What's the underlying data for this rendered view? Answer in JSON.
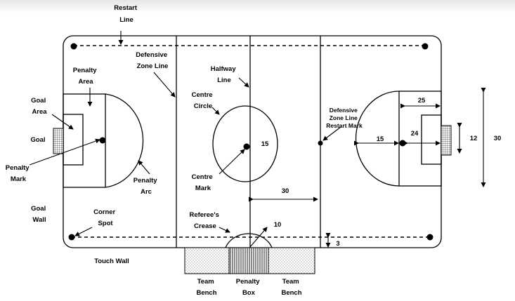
{
  "labels": {
    "restart_line": [
      "Restart",
      "Line"
    ],
    "defensive_zone_line": [
      "Defensive",
      "Zone Line"
    ],
    "halfway_line": [
      "Halfway",
      "Line"
    ],
    "penalty_area": [
      "Penalty",
      "Area"
    ],
    "goal_area": [
      "Goal",
      "Area"
    ],
    "goal": "Goal",
    "penalty_mark": [
      "Penalty",
      "Mark"
    ],
    "penalty_arc": [
      "Penalty",
      "Arc"
    ],
    "centre_circle": [
      "Centre",
      "Circle"
    ],
    "centre_mark": [
      "Centre",
      "Mark"
    ],
    "defensive_restart_mark": [
      "Defensive",
      "Zone Line",
      "Restart Mark"
    ],
    "goal_wall": [
      "Goal",
      "Wall"
    ],
    "corner_spot": [
      "Corner",
      "Spot"
    ],
    "referees_crease": [
      "Referee's",
      "Crease"
    ],
    "touch_wall": "Touch Wall",
    "team_bench_left": [
      "Team",
      "Bench"
    ],
    "penalty_box": [
      "Penalty",
      "Box"
    ],
    "team_bench_right": [
      "Team",
      "Bench"
    ]
  },
  "dimensions": {
    "centre_radius": "15",
    "zone_to_halfway": "30",
    "crease_radius": "10",
    "restart_offset": "3",
    "penalty_area_width": "25",
    "penalty_arc_radius": "15",
    "goal_area": "24",
    "goal_width": "12",
    "penalty_area_depth": "30"
  }
}
